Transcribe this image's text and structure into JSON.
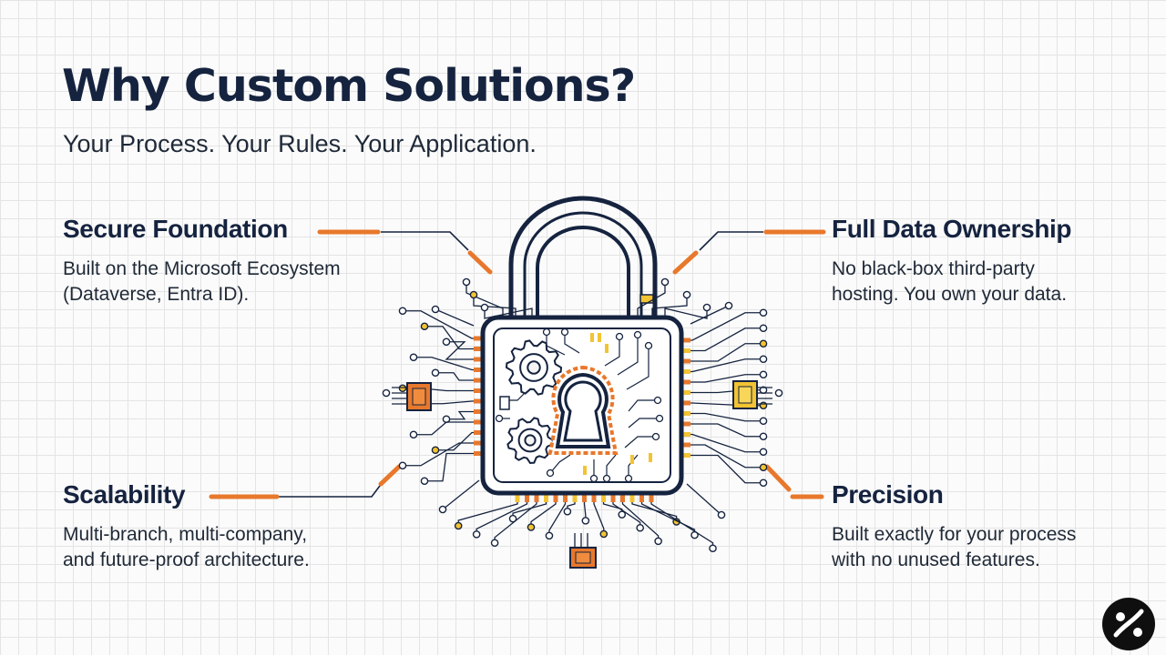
{
  "header": {
    "title": "Why Custom Solutions?",
    "subtitle": "Your Process. Your Rules. Your Application."
  },
  "features": {
    "secure": {
      "title": "Secure Foundation",
      "lines": [
        "Built on the Microsoft Ecosystem",
        "(Dataverse, Entra ID)."
      ]
    },
    "ownership": {
      "title": "Full Data Ownership",
      "lines": [
        "No black-box third-party",
        "hosting. You own your data."
      ]
    },
    "scalability": {
      "title": "Scalability",
      "lines": [
        "Multi-branch, multi-company,",
        "and future-proof architecture."
      ]
    },
    "precision": {
      "title": "Precision",
      "lines": [
        "Built exactly for your process",
        "with no unused features."
      ]
    }
  },
  "colors": {
    "navy": "#15233f",
    "orange": "#e8782c",
    "yellow": "#f3c332",
    "grid": "#e4e4e4"
  },
  "icons": {
    "center": "padlock-circuit-icon",
    "corner": "logo-badge-icon"
  }
}
